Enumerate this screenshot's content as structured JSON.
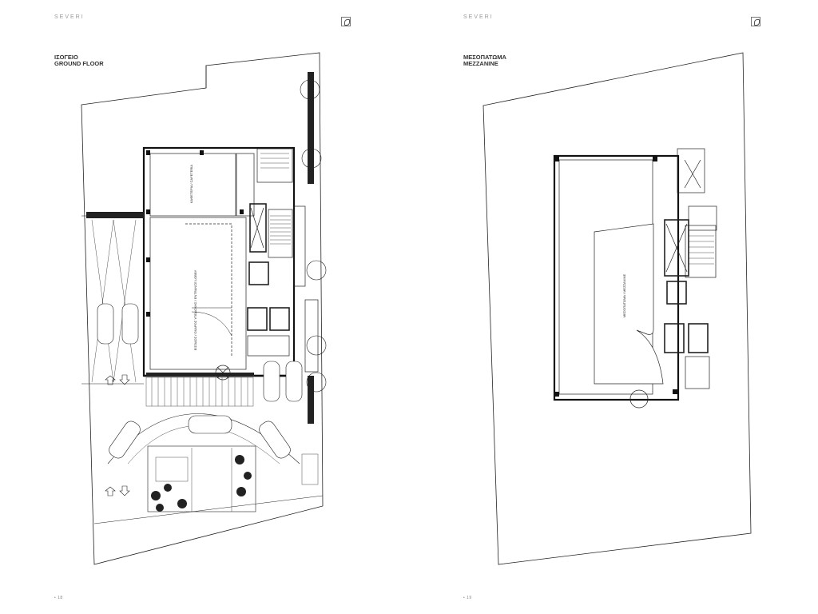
{
  "left_page": {
    "brand": "SEVERI",
    "title_gr": "ΙΣΟΓΕΙΟ",
    "title_en": "GROUND FLOOR",
    "page_number": "• 18",
    "room_cafeteria": "ΚΑΦΕΤΕΡΙΑ / CAFETERIA",
    "room_lobby": "ΕΙΣΟΔΟΣ / ΟΧΑΡΟΣ ΥΠΟΔΟΧΗΣ / ENTRANCE LOBBY"
  },
  "right_page": {
    "brand": "SEVERI",
    "title_gr": "ΜΕΣΟΠΑΤΩΜΑ",
    "title_en": "MEZZANINE",
    "page_number": "• 19",
    "room_mezzanine": "ΜΕΣΟΠΑΤΩΜΑ / MEZZANINE"
  },
  "colors": {
    "line": "#222222",
    "paper": "#ffffff",
    "muted": "#9a9a9a"
  }
}
